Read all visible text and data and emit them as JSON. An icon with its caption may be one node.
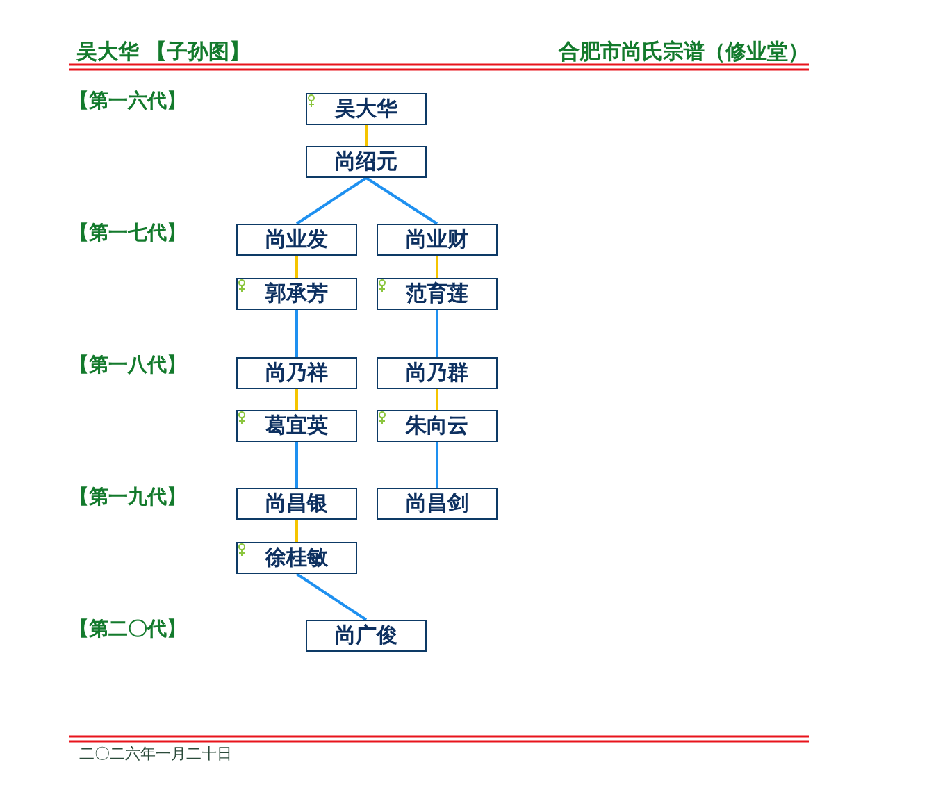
{
  "diagram": {
    "title": "吴大华 【子孙图】",
    "nodes": [
      {
        "text": [
          "吴大华"
        ]
      },
      {
        "text": [
          "尚绍元"
        ]
      },
      {
        "text": [
          "尚业发"
        ]
      },
      {
        "text": [
          "尚业财"
        ]
      },
      {
        "text": [
          "郭承芳"
        ]
      },
      {
        "text": [
          "范育莲"
        ]
      },
      {
        "text": [
          "尚乃祥"
        ]
      },
      {
        "text": [
          "尚乃群"
        ]
      },
      {
        "text": [
          "葛宜英"
        ]
      },
      {
        "text": [
          "朱向云"
        ]
      },
      {
        "text": [
          "尚昌银"
        ]
      },
      {
        "text": [
          "尚昌剑"
        ]
      },
      {
        "text": [
          "徐桂敏"
        ]
      },
      {
        "text": [
          "尚广俊"
        ]
      }
    ],
    "edges": [
      {
        "from": 0,
        "to": 1,
        "arrow": "none",
        "color": "#f5c400"
      },
      {
        "from": 1,
        "to": 2,
        "arrow": "none"
      },
      {
        "from": 1,
        "to": 3,
        "arrow": "none"
      },
      {
        "from": 2,
        "to": 4,
        "arrow": "none",
        "color": "#f5c400"
      },
      {
        "from": 3,
        "to": 5,
        "arrow": "none",
        "color": "#f5c400"
      },
      {
        "from": 4,
        "to": 6,
        "arrow": "none"
      },
      {
        "from": 5,
        "to": 7,
        "arrow": "none"
      },
      {
        "from": 6,
        "to": 8,
        "arrow": "none",
        "color": "#f5c400"
      },
      {
        "from": 7,
        "to": 9,
        "arrow": "none",
        "color": "#f5c400"
      },
      {
        "from": 8,
        "to": 10,
        "arrow": "none"
      },
      {
        "from": 9,
        "to": 11,
        "arrow": "none"
      },
      {
        "from": 10,
        "to": 12,
        "arrow": "none",
        "color": "#f5c400"
      },
      {
        "from": 12,
        "to": 13,
        "arrow": "none"
      }
    ],
    "labels": [
      "合肥市尚氏宗谱（修业堂）",
      "【第一六代】",
      "【第一七代】",
      "【第一八代】",
      "【第一九代】",
      "【第二〇代】",
      "二〇二六年一月二十日"
    ]
  }
}
